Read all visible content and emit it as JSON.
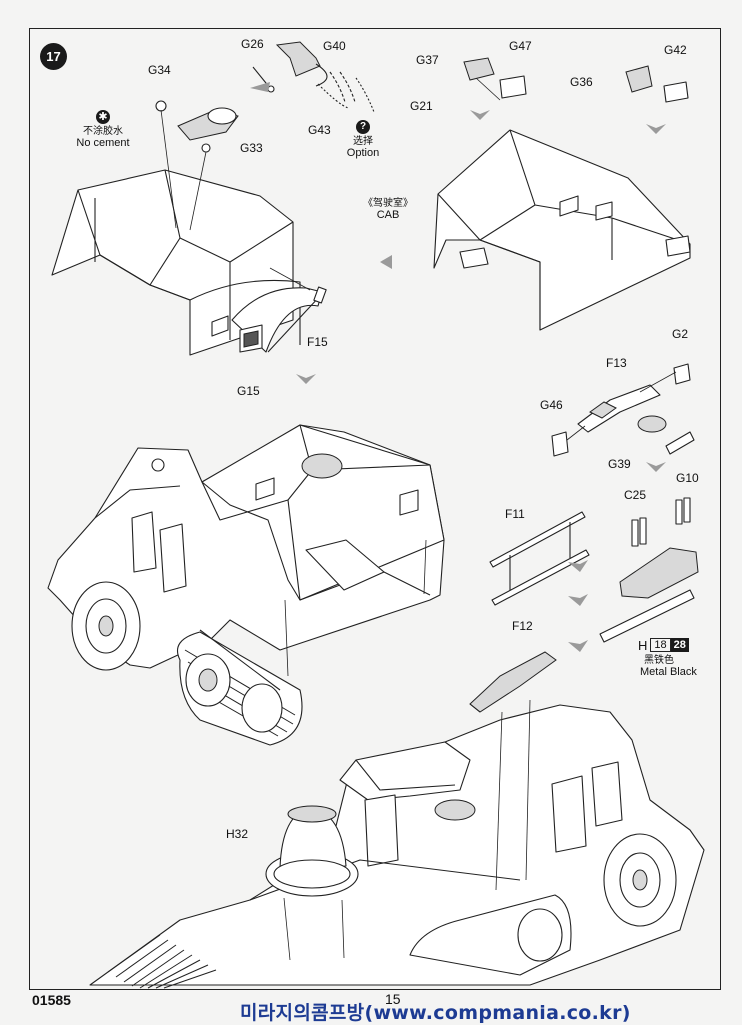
{
  "step": {
    "number": "17"
  },
  "labels": {
    "g26": "G26",
    "g40": "G40",
    "g34": "G34",
    "g43": "G43",
    "g21": "G21",
    "g33": "G33",
    "g37": "G37",
    "g47": "G47",
    "g42": "G42",
    "g36": "G36",
    "f15": "F15",
    "g15": "G15",
    "g2": "G2",
    "f13": "F13",
    "g46": "G46",
    "g39": "G39",
    "g10": "G10",
    "c25": "C25",
    "f11": "F11",
    "f12": "F12",
    "h32": "H32"
  },
  "no_cement": {
    "zh": "不涂胶水",
    "en": "No cement",
    "icon": "no-cement-icon"
  },
  "option": {
    "zh": "选择",
    "en": "Option",
    "icon": "question-icon"
  },
  "cab": {
    "zh": "《驾驶室》",
    "en": "CAB"
  },
  "paint": {
    "part": "H",
    "code1": "18",
    "code2": "28",
    "zh": "黑铁色",
    "en": "Metal Black"
  },
  "footer": {
    "product_code": "01585",
    "page_number": "15",
    "watermark": "미라지의콤프방(www.compmania.co.kr)"
  },
  "colors": {
    "ink": "#222222",
    "arrow_gray": "#9a9a9a",
    "watermark_blue": "#1d3b93"
  }
}
